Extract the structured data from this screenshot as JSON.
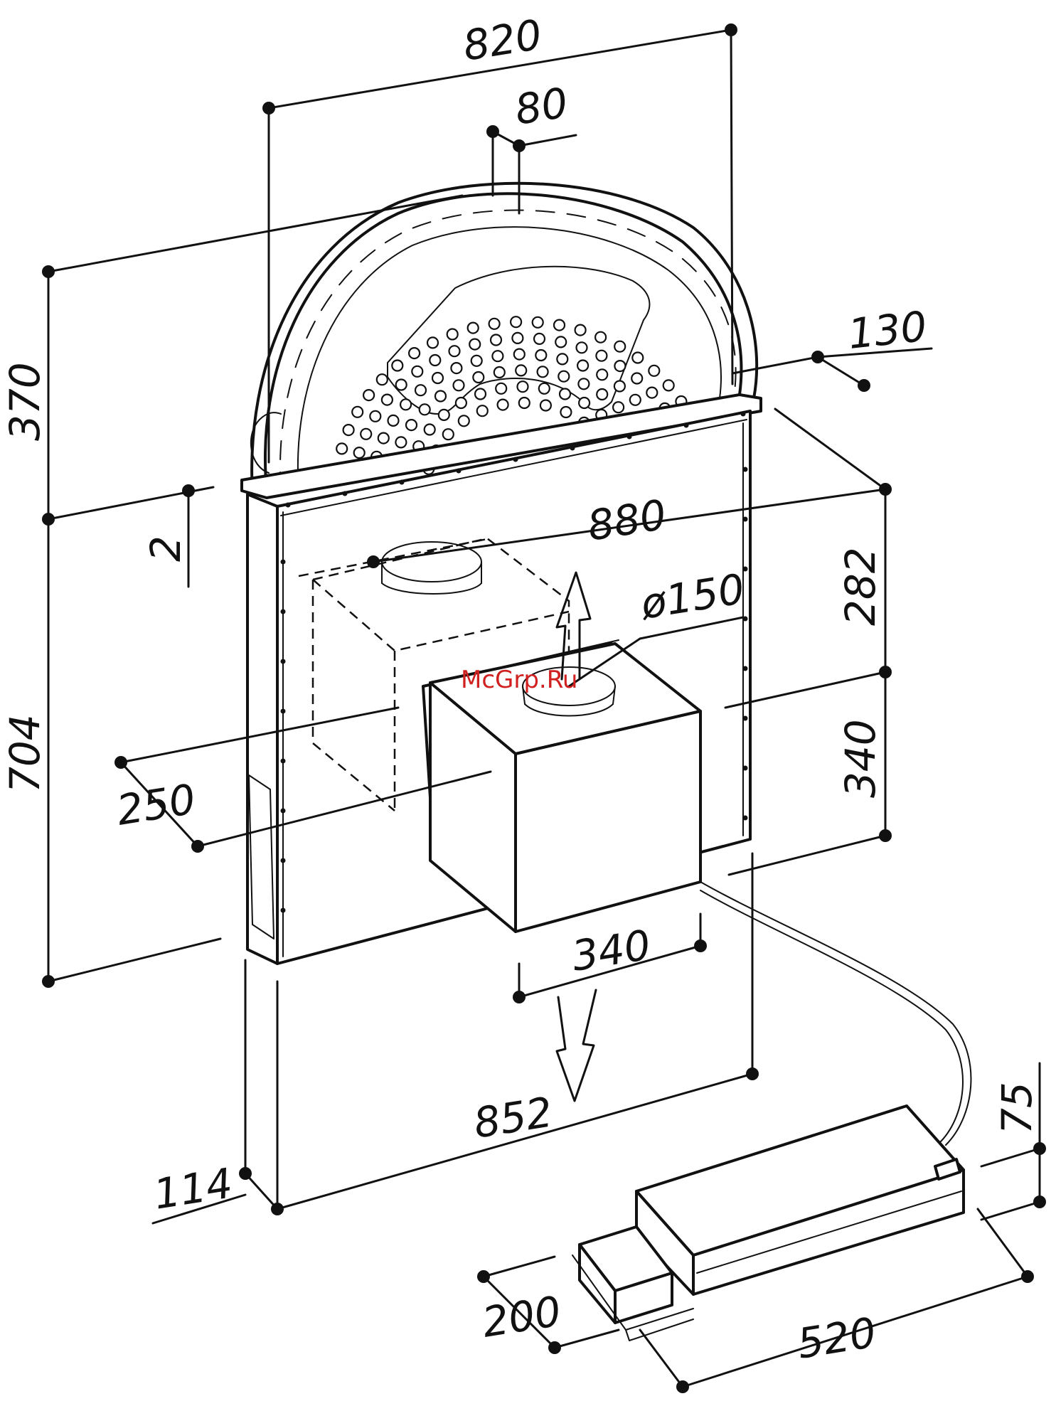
{
  "dimensions": {
    "width_820": "820",
    "spigot_80": "80",
    "height_370": "370",
    "offset_130": "130",
    "gap_2": "2",
    "depth_880": "880",
    "dia_150": "ø150",
    "height_282": "282",
    "height_704": "704",
    "offset_250": "250",
    "height_340": "340",
    "width_340": "340",
    "width_852": "852",
    "depth_114": "114",
    "height_75": "75",
    "depth_200": "200",
    "length_520": "520"
  },
  "watermark": "McGrp.Ru"
}
